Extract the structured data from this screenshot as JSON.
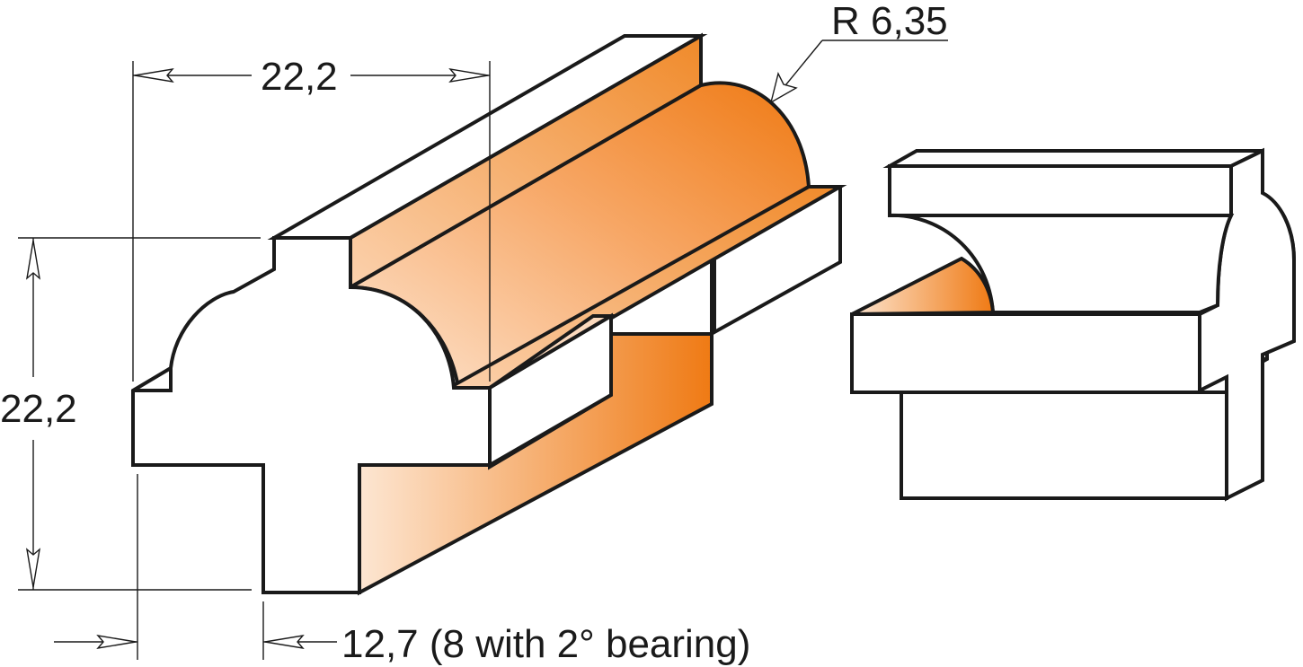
{
  "colors": {
    "accent": "#f07f1a",
    "accent_light": "#fde3cc",
    "line": "#1a1a1a",
    "background": "#ffffff"
  },
  "dimensions": {
    "width_top": "22,2",
    "height_left": "22,2",
    "radius": "R 6,35",
    "shank": "12,7 (8 with 2° bearing)"
  }
}
